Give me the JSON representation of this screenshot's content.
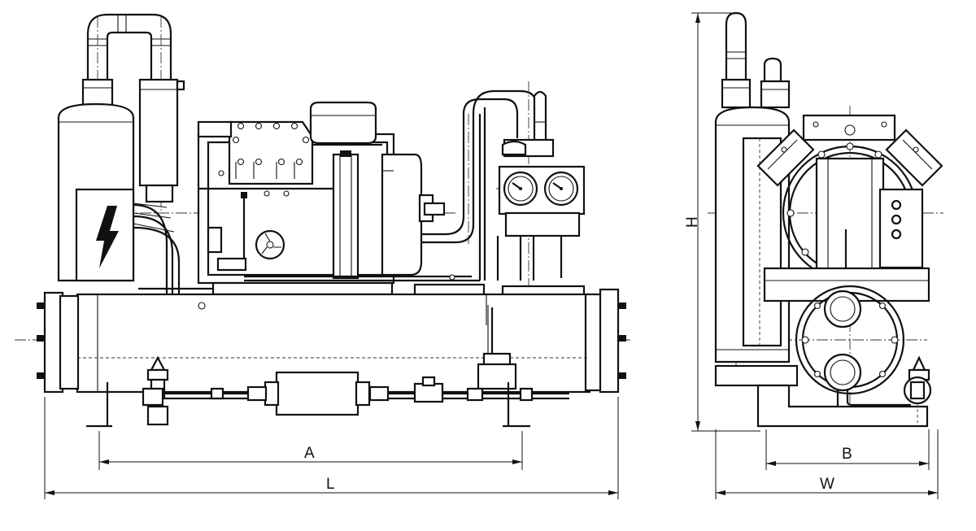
{
  "dimensions": {
    "A": "A",
    "L": "L",
    "B": "B",
    "W": "W",
    "H": "H"
  },
  "icons": {
    "electrical_hazard": "lightning-bolt-icon"
  },
  "colors": {
    "line": "#111111",
    "background": "#ffffff"
  }
}
